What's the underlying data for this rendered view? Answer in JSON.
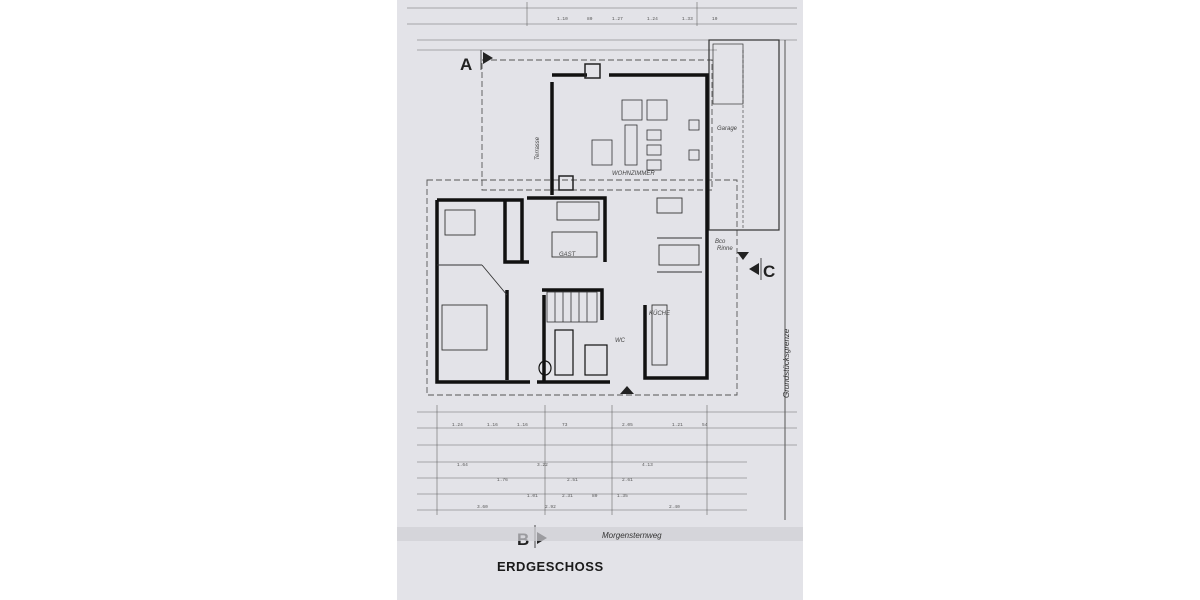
{
  "plan": {
    "floor_title": "ERDGESCHOSS",
    "street": "Morgensternweg",
    "boundary": "Grundstücksgrenze",
    "rooms": {
      "terrace": "Terrasse",
      "living": "WOHNZIMMER",
      "garage": "Garage",
      "guest": "GAST",
      "gutter_1": "Bco",
      "gutter_2": "Rinne",
      "wc": "WC",
      "kitchen": "KÜCHE"
    },
    "sections": {
      "a": "A",
      "b": "B",
      "c": "C"
    },
    "dimensions": {
      "top_row": [
        "1.10",
        "80",
        "1.27",
        "1.24",
        "1.33",
        "10"
      ],
      "bottom_row_1": [
        "1.24",
        "1.16",
        "1.16",
        "73",
        "2.05",
        "1.21",
        "54"
      ],
      "bottom_row_2": [
        "1.64",
        "3.22",
        "4.13"
      ],
      "bottom_row_3": [
        "1.76",
        "2.51",
        "2.61"
      ],
      "bottom_row_4": [
        "1.01",
        "2.31",
        "80",
        "1.35"
      ],
      "bottom_row_5": [
        "3.60",
        "2.92",
        "2.40"
      ]
    }
  },
  "colors": {
    "paper": "#e3e3e8",
    "wall": "#111111",
    "line": "#555555"
  }
}
